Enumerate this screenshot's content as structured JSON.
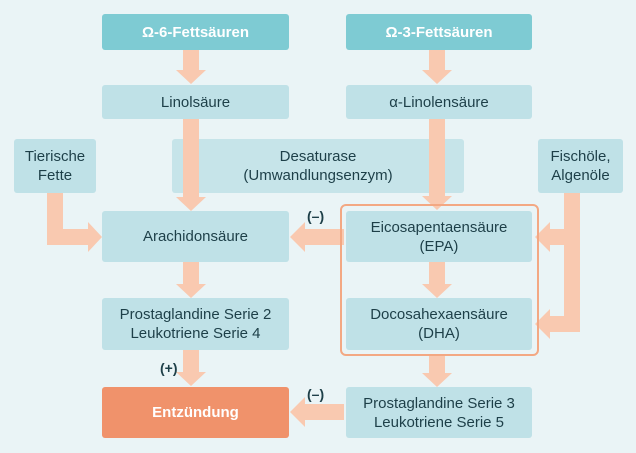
{
  "nodes": {
    "omega6": "Ω-6-Fettsäuren",
    "omega3": "Ω-3-Fettsäuren",
    "linolsaeure": "Linolsäure",
    "alpha_linolensaeure": "α-Linolensäure",
    "tierische_fette": "Tierische\nFette",
    "desaturase": "Desaturase\n(Umwandlungsenzym)",
    "fischoele": "Fischöle,\nAlgenöle",
    "arachidonsaeure": "Arachidonsäure",
    "epa": "Eicosapentaensäure\n(EPA)",
    "prostaglandine_2": "Prostaglandine Serie 2\nLeukotriene Serie 4",
    "dha": "Docosahexaensäure\n(DHA)",
    "entzuendung": "Entzündung",
    "prostaglandine_3": "Prostaglandine Serie 3\nLeukotriene Serie 5"
  },
  "labels": {
    "inhibit_arachidon": "(–)",
    "promote_entzuendung": "(+)",
    "inhibit_entzuendung": "(–)"
  },
  "colors": {
    "background": "#eaf4f6",
    "box": "#bfe1e7",
    "header_box": "#7ecbd3",
    "highlight_box": "#f0926b",
    "arrow": "#f9c9b0",
    "group_border": "#f3a883"
  }
}
